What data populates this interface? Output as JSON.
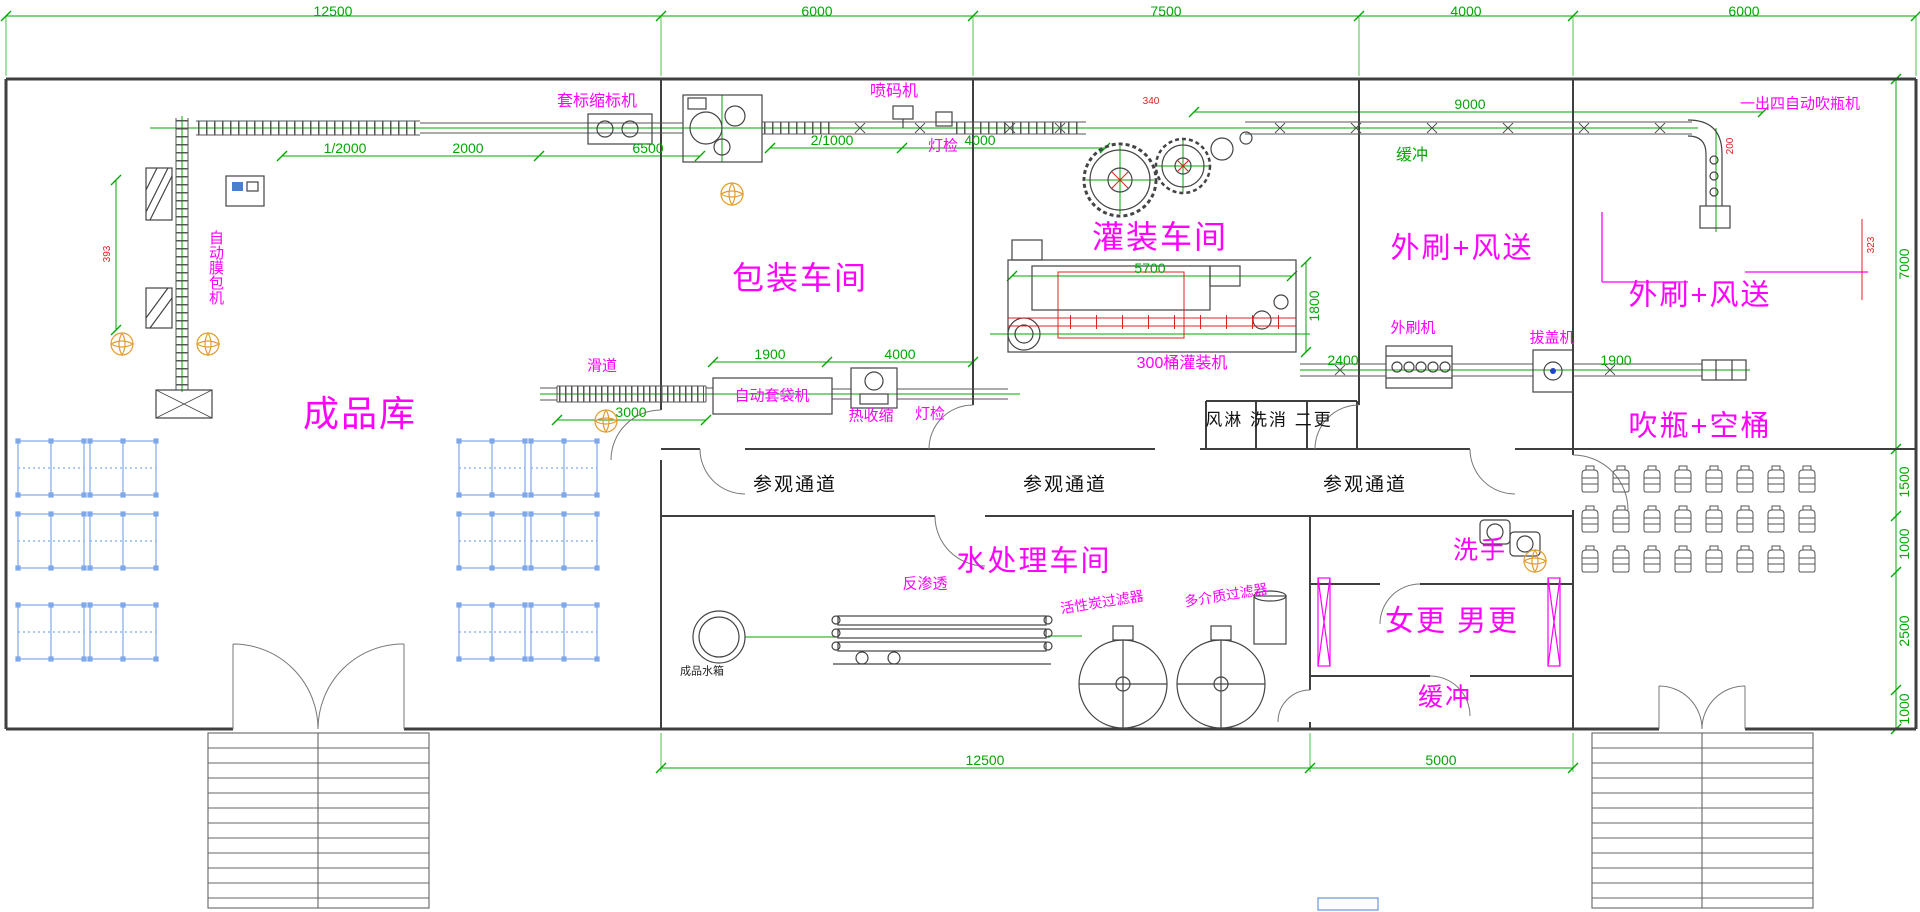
{
  "colors": {
    "dimension_green": "#00a800",
    "label_magenta": "#ff00ff",
    "wall": "#3f3f3f",
    "shelf_blue": "#7fa8e8",
    "red": "#e02020",
    "orange": "#e39b2d"
  },
  "dims": {
    "top": [
      "12500",
      "6000",
      "7500",
      "4000",
      "6000"
    ],
    "right": [
      "7000",
      "1500",
      "1000",
      "2500",
      "1000"
    ],
    "bottom": [
      "12500",
      "5000"
    ],
    "inner": {
      "a9000": "9000",
      "a2000": "2000",
      "slope_a": "1/2000",
      "a6500": "6500",
      "slope_b": "2/1000",
      "a4000": "4000",
      "b1900": "1900",
      "b4000": "4000",
      "b3000": "3000",
      "b5700": "5700",
      "b1800": "1800",
      "b2400": "2400",
      "c1900": "1900"
    },
    "red": {
      "a340": "340",
      "a200": "200",
      "a323": "323",
      "a393": "393"
    }
  },
  "rooms": {
    "finished_goods": "成品库",
    "packaging": "包装车间",
    "filling": "灌装车间",
    "brush_air": "外刷+风送",
    "blow_empty": "吹瓶+空桶",
    "water_treatment": "水处理车间",
    "women_men": "女更 男更",
    "wash_hands": "洗手",
    "buffer": "缓冲",
    "air_shower": "风淋 洗消 二更",
    "corridor": "参观通道"
  },
  "equipment": {
    "sleeve_labeler": "套标缩标机",
    "inkjet_printer": "喷码机",
    "light_check": "灯检",
    "film_wrapper": "自动膜包机",
    "slide": "滑道",
    "auto_bagger": "自动套袋机",
    "heat_shrink": "热收缩",
    "barrel_filler": "300桶灌装机",
    "outer_brusher": "外刷机",
    "cap_remover": "拔盖机",
    "blow_molder": "一出四自动吹瓶机",
    "reverse_osmosis": "反渗透",
    "carbon_filter": "活性炭过滤器",
    "media_filter": "多介质过滤器",
    "water_tank": "成品水箱"
  }
}
